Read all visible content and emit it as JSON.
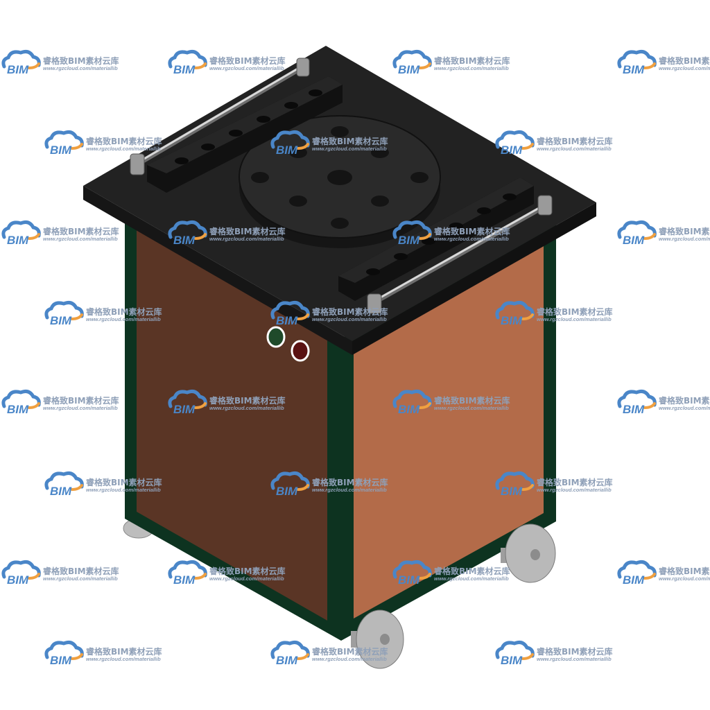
{
  "scene": {
    "subject": "rebar bending machine 3D model",
    "colors": {
      "top_plate": "#1f1f1f",
      "frame": "#0d3320",
      "panel_left": "#5a3525",
      "panel_right": "#b36b49",
      "handle_rod": "#c8c8c8",
      "wheel": "#b9b9b9",
      "button_green": "#1f4a2a",
      "button_red": "#5a1212",
      "background": "#ffffff"
    }
  },
  "watermark": {
    "logo_text": "BIM",
    "title": "睿格致BIM素材云库",
    "url": "www.rgzcloud.com/materiallib",
    "logo_blue": "#4a86c8",
    "logo_orange": "#f0a040",
    "text_color": "#8fa0b8"
  }
}
